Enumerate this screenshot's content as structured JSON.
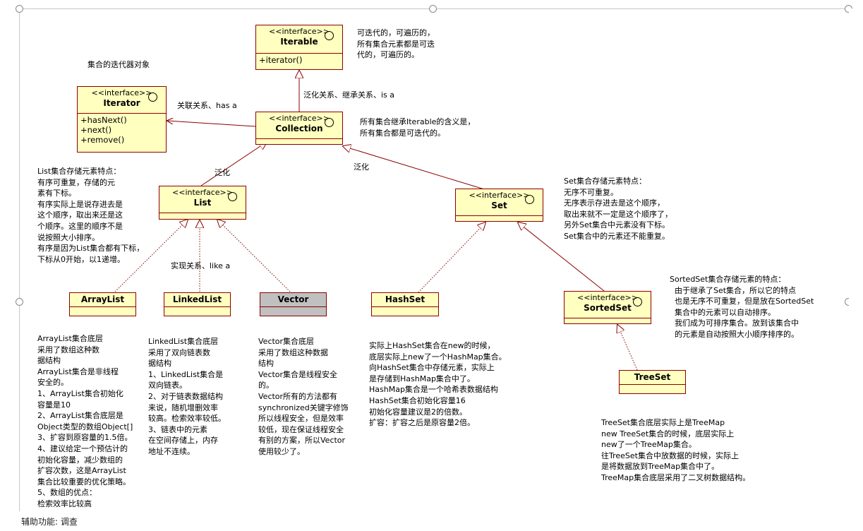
{
  "classes": {
    "iterable": {
      "stereotype": "<<interface>>",
      "name": "Iterable",
      "ops": [
        "+iterator()"
      ]
    },
    "iterator": {
      "stereotype": "<<interface>>",
      "name": "Iterator",
      "ops": [
        "+hasNext()",
        "+next()",
        "+remove()"
      ]
    },
    "collection": {
      "stereotype": "<<interface>>",
      "name": "Collection"
    },
    "list": {
      "stereotype": "<<interface>>",
      "name": "List"
    },
    "set": {
      "stereotype": "<<interface>>",
      "name": "Set"
    },
    "sortedset": {
      "stereotype": "<<interface>>",
      "name": "SortedSet"
    },
    "arraylist": {
      "name": "ArrayList"
    },
    "linkedlist": {
      "name": "LinkedList"
    },
    "vector": {
      "name": "Vector"
    },
    "hashset": {
      "name": "HashSet"
    },
    "treeset": {
      "name": "TreeSet"
    }
  },
  "labels": {
    "iterator_title": "集合的迭代器对象",
    "assoc": "关联关系、has a",
    "generalize_isa": "泛化关系、继承关系、is a",
    "generalize_left": "泛化",
    "generalize_right": "泛化",
    "realize": "实现关系、like a"
  },
  "notes": {
    "iterable": "可迭代的，可遍历的，\n所有集合元素都是可迭\n代的，可遍历的。",
    "collection": "所有集合继承Iterable的含义是，\n所有集合都是可迭代的。",
    "list": "List集合存储元素特点：\n有序可重复，存储的元\n素有下标。\n有序实际上是说存进去是\n这个顺序，取出来还是这\n个顺序。这里的顺序不是\n说按照大小排序。\n有序是因为List集合都有下标，\n下标从0开始，以1递增。",
    "set": "Set集合存储元素特点：\n无序不可重复。\n无序表示存进去是这个顺序，\n取出来就不一定是这个顺序了，\n另外Set集合中元素没有下标。\nSet集合中的元素还不能重复。",
    "sortedset": "SortedSet集合存储元素的特点：\n  由于继承了Set集合，所以它的特点\n  也是无序不可重复，但是放在SortedSet\n  集合中的元素可以自动排序。\n  我们成为可排序集合。放到该集合中\n  的元素是自动按照大小顺序排序的。",
    "arraylist": "ArrayList集合底层\n采用了数组这种数\n据结构\nArrayList集合是非线程\n安全的。\n1、ArrayList集合初始化\n容量是10\n2、ArrayList集合底层是\nObject类型的数组Object[]\n3、扩容到原容量的1.5倍。\n4、建议给定一个预估计的\n初始化容量，减少数组的\n扩容次数，这是ArrayList\n集合比较重要的优化策略。\n5、数组的优点：\n检索效率比较高",
    "linkedlist": "LinkedList集合底层\n采用了双向链表数\n据结构\n1、LinkedList集合是\n双向链表。\n2、对于链表数据结构\n来说，随机增删效率\n较高。检索效率较低。\n3、链表中的元素\n在空间存储上，内存\n地址不连续。",
    "vector": "Vector集合底层\n采用了数组这种数据\n结构\nVector集合是线程安全\n的。\nVector所有的方法都有\nsynchronized关键字修饰\n所以线程安全，但是效率\n较低，现在保证线程安全\n有别的方案，所以Vector\n使用较少了。",
    "hashset": "实际上HashSet集合在new的时候，\n底层实际上new了一个HashMap集合。\n向HashSet集合中存储元素，实际上\n是存储到HashMap集合中了。\nHashMap集合是一个哈希表数据结构\nHashSet集合初始化容量16\n初始化容量建议是2的倍数。\n扩容：扩容之后是原容量2倍。",
    "treeset": "TreeSet集合底层实际上是TreeMap\nnew TreeSet集合的时候，底层实际上\nnew了一个TreeMap集合。\n往TreeSet集合中放数据的时候，实际上\n是将数据放到TreeMap集合中了。\nTreeMap集合底层采用了二叉树数据结构。"
  },
  "status": {
    "text": "辅助功能: 调查"
  },
  "colors": {
    "box_fill": "#ffffc0",
    "box_border": "#8b0000",
    "vector_fill": "#c0c0c0"
  }
}
